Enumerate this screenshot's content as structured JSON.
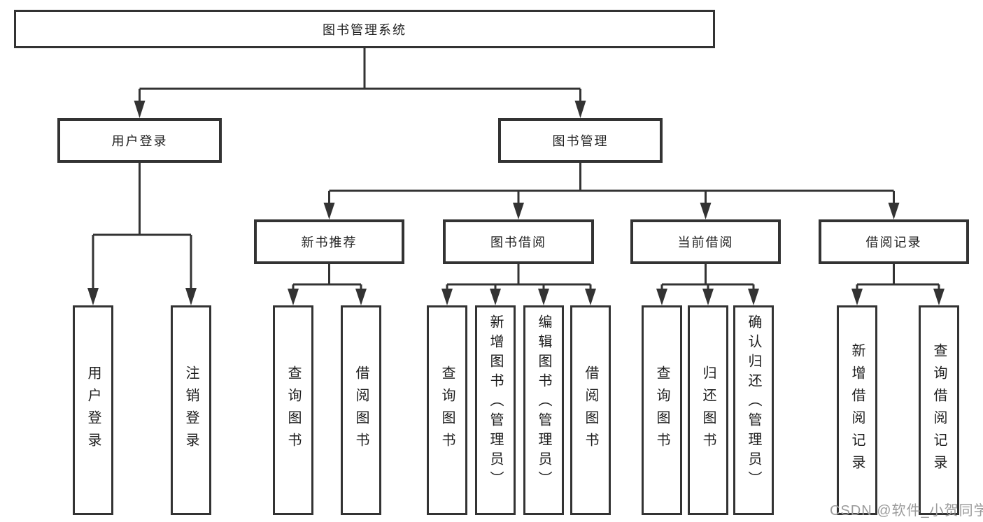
{
  "diagram": {
    "root": {
      "label": "图书管理系统"
    },
    "level2": [
      {
        "label": "用户登录"
      },
      {
        "label": "图书管理"
      }
    ],
    "level3": [
      {
        "label": "新书推荐"
      },
      {
        "label": "图书借阅"
      },
      {
        "label": "当前借阅"
      },
      {
        "label": "借阅记录"
      }
    ],
    "leaves": [
      {
        "label": "用户登录"
      },
      {
        "label": "注销登录"
      },
      {
        "label": "查询图书"
      },
      {
        "label": "借阅图书"
      },
      {
        "label": "查询图书"
      },
      {
        "label": "新增图书（管理员）"
      },
      {
        "label": "编辑图书（管理员）"
      },
      {
        "label": "借阅图书"
      },
      {
        "label": "查询图书"
      },
      {
        "label": "归还图书"
      },
      {
        "label": "确认归还（管理员）"
      },
      {
        "label": "新增借阅记录"
      },
      {
        "label": "查询借阅记录"
      }
    ],
    "watermark": "CSDN @软件_小贺同学",
    "colors": {
      "line": "#333333",
      "text": "#1e1e1e",
      "watermark": "#9b9b9b",
      "background": "#ffffff"
    }
  }
}
